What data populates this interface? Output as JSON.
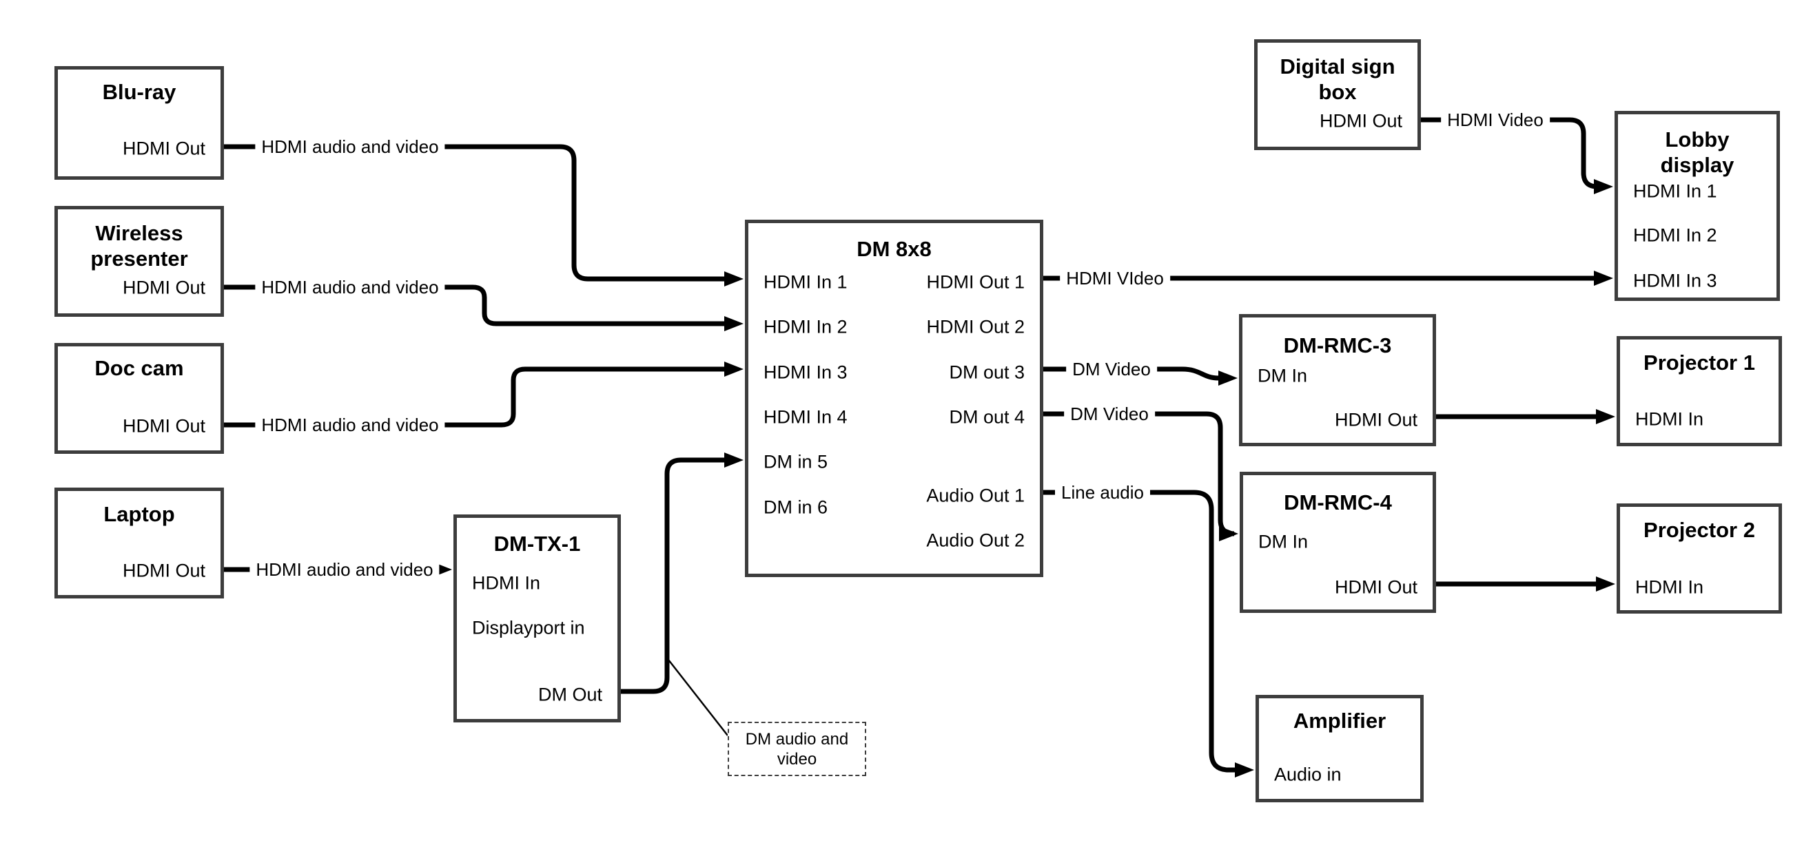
{
  "diagram": {
    "nodes": {
      "bluray": {
        "title": "Blu-ray",
        "ports": {
          "hdmi_out": "HDMI Out"
        }
      },
      "wireless": {
        "title": "Wireless presenter",
        "ports": {
          "hdmi_out": "HDMI Out"
        }
      },
      "doccam": {
        "title": "Doc cam",
        "ports": {
          "hdmi_out": "HDMI Out"
        }
      },
      "laptop": {
        "title": "Laptop",
        "ports": {
          "hdmi_out": "HDMI Out"
        }
      },
      "dmtx1": {
        "title": "DM-TX-1",
        "ports": {
          "hdmi_in": "HDMI In",
          "displayport_in": "Displayport in",
          "dm_out": "DM Out"
        }
      },
      "dm8x8": {
        "title": "DM 8x8",
        "ports": {
          "in1": "HDMI In 1",
          "in2": "HDMI In 2",
          "in3": "HDMI In 3",
          "in4": "HDMI In 4",
          "in5": "DM in 5",
          "in6": "DM in 6",
          "out1": "HDMI Out 1",
          "out2": "HDMI Out 2",
          "out3": "DM out 3",
          "out4": "DM out 4",
          "aout1": "Audio Out 1",
          "aout2": "Audio Out 2"
        }
      },
      "signbox": {
        "title": "Digital sign box",
        "ports": {
          "hdmi_out": "HDMI Out"
        }
      },
      "lobby": {
        "title": "Lobby display",
        "ports": {
          "in1": "HDMI In 1",
          "in2": "HDMI In 2",
          "in3": "HDMI In 3"
        }
      },
      "rmc3": {
        "title": "DM-RMC-3",
        "ports": {
          "dm_in": "DM In",
          "hdmi_out": "HDMI Out"
        }
      },
      "proj1": {
        "title": "Projector 1",
        "ports": {
          "hdmi_in": "HDMI In"
        }
      },
      "rmc4": {
        "title": "DM-RMC-4",
        "ports": {
          "dm_in": "DM In",
          "hdmi_out": "HDMI Out"
        }
      },
      "proj2": {
        "title": "Projector 2",
        "ports": {
          "hdmi_in": "HDMI In"
        }
      },
      "amp": {
        "title": "Amplifier",
        "ports": {
          "audio_in": "Audio in"
        }
      }
    },
    "edge_labels": {
      "bluray": "HDMI audio and video",
      "wireless": "HDMI audio and video",
      "doccam": "HDMI audio and video",
      "laptop": "HDMI audio and video",
      "hdmi_out1": "HDMI VIdeo",
      "dm_out3": "DM Video",
      "dm_out4": "DM Video",
      "audio_out1": "Line audio",
      "sign": "HDMI Video"
    },
    "note": "DM audio and video"
  }
}
